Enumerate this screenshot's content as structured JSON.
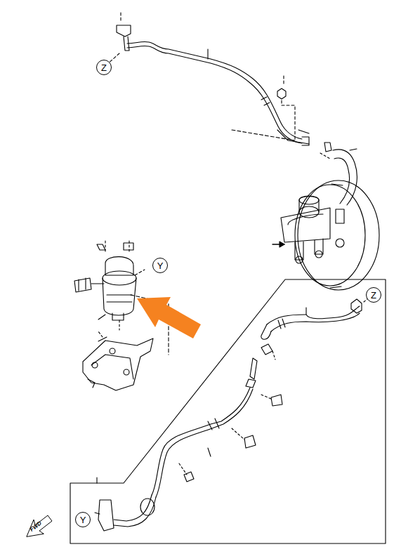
{
  "diagram": {
    "nodes": [
      {
        "text": [
          "Z"
        ]
      },
      {
        "text": [
          "Y"
        ]
      },
      {
        "text": [
          "Z"
        ]
      },
      {
        "text": [
          "Y"
        ]
      }
    ],
    "labels": [
      "FWD"
    ]
  }
}
